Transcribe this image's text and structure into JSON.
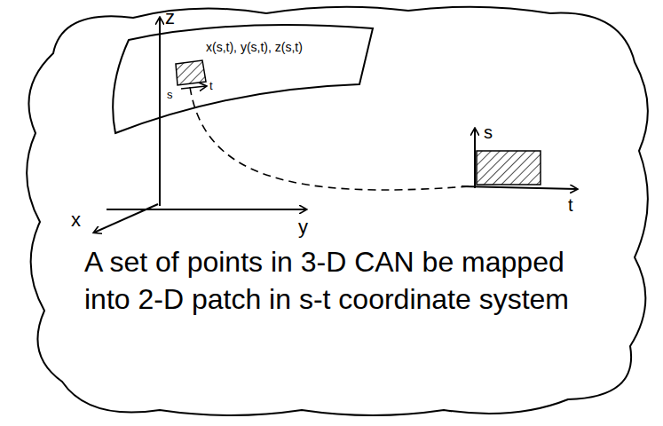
{
  "diagram": {
    "caption": "A set of points in 3-D CAN be mapped into 2-D patch in s-t coordinate system",
    "labels": [
      "z",
      "x(s,t), y(s,t), z(s,t)",
      "s",
      "t",
      "y",
      "x",
      "s",
      "t"
    ]
  }
}
